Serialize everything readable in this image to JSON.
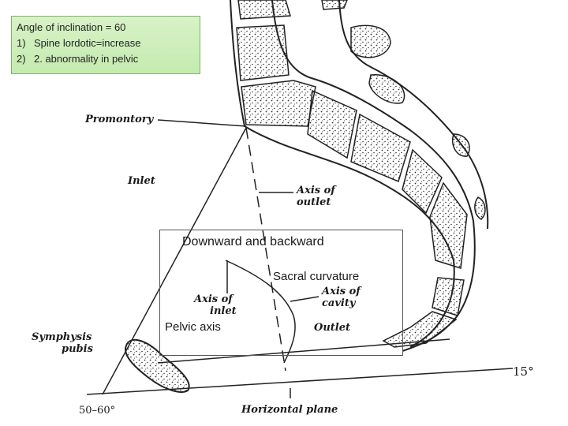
{
  "note_box": {
    "title": "Angle of inclination = 60",
    "items": [
      {
        "num": "1)",
        "text": "Spine lordotic=increase"
      },
      {
        "num": "2)",
        "text": "2. abnormality in pelvic"
      }
    ]
  },
  "labels": {
    "promontory": "Promontory",
    "inlet": "Inlet",
    "axis_outlet": [
      "Axis of",
      "outlet"
    ],
    "downward_backward": "Downward and backward",
    "sacral_curvature": "Sacral curvature",
    "axis_inlet": [
      "Axis of",
      "inlet"
    ],
    "axis_cavity": [
      "Axis of",
      "cavity"
    ],
    "pelvic_axis": "Pelvic axis",
    "outlet": "Outlet",
    "symphysis_pubis": [
      "Symphysis",
      "pubis"
    ],
    "angle_50_60": "50–60°",
    "angle_15": "15°",
    "horizontal_plane": "Horizontal plane"
  },
  "colors": {
    "note_bg": "#c9edb5",
    "line": "#222222",
    "stipple": "#333333"
  }
}
